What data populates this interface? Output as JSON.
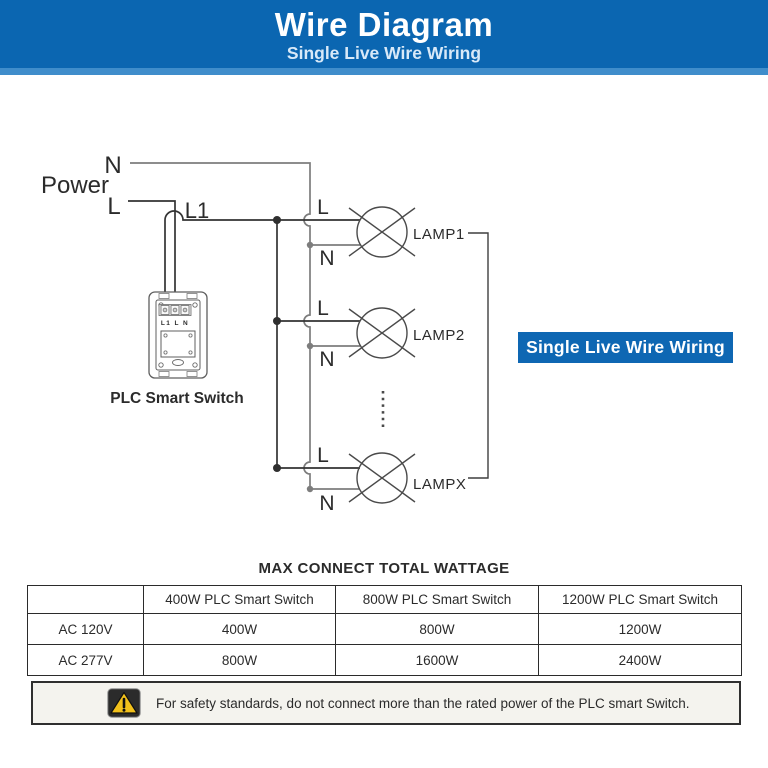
{
  "header": {
    "title": "Wire Diagram",
    "subtitle": "Single Live Wire Wiring"
  },
  "diagram": {
    "power_label": "Power",
    "power_neutral": "N",
    "power_live": "L",
    "l1_label": "L1",
    "switch": {
      "terminals": "L1 L N",
      "label": "PLC Smart Switch"
    },
    "lamps": [
      {
        "name": "LAMP1",
        "live": "L",
        "neutral": "N"
      },
      {
        "name": "LAMP2",
        "live": "L",
        "neutral": "N"
      },
      {
        "name": "LAMPX",
        "live": "L",
        "neutral": "N"
      }
    ],
    "badge_label": "Single Live Wire Wiring",
    "colors": {
      "header_bg": "#0b66b1",
      "header_strip": "#3f8dcb",
      "badge_bg": "#0e67b3",
      "live_wire": "#333333",
      "neutral_wire": "#7d7d7d",
      "warning_yellow": "#f2c11b"
    }
  },
  "wattage_table": {
    "title": "MAX CONNECT TOTAL WATTAGE",
    "columns": [
      "",
      "400W PLC Smart Switch",
      "800W PLC Smart Switch",
      "1200W PLC Smart Switch"
    ],
    "rows": [
      {
        "label": "AC 120V",
        "values": [
          "400W",
          "800W",
          "1200W"
        ]
      },
      {
        "label": "AC 277V",
        "values": [
          "800W",
          "1600W",
          "2400W"
        ]
      }
    ]
  },
  "warning": {
    "icon": "warning-triangle-icon",
    "text": "For safety standards, do not connect more than the rated power of the PLC smart Switch."
  }
}
